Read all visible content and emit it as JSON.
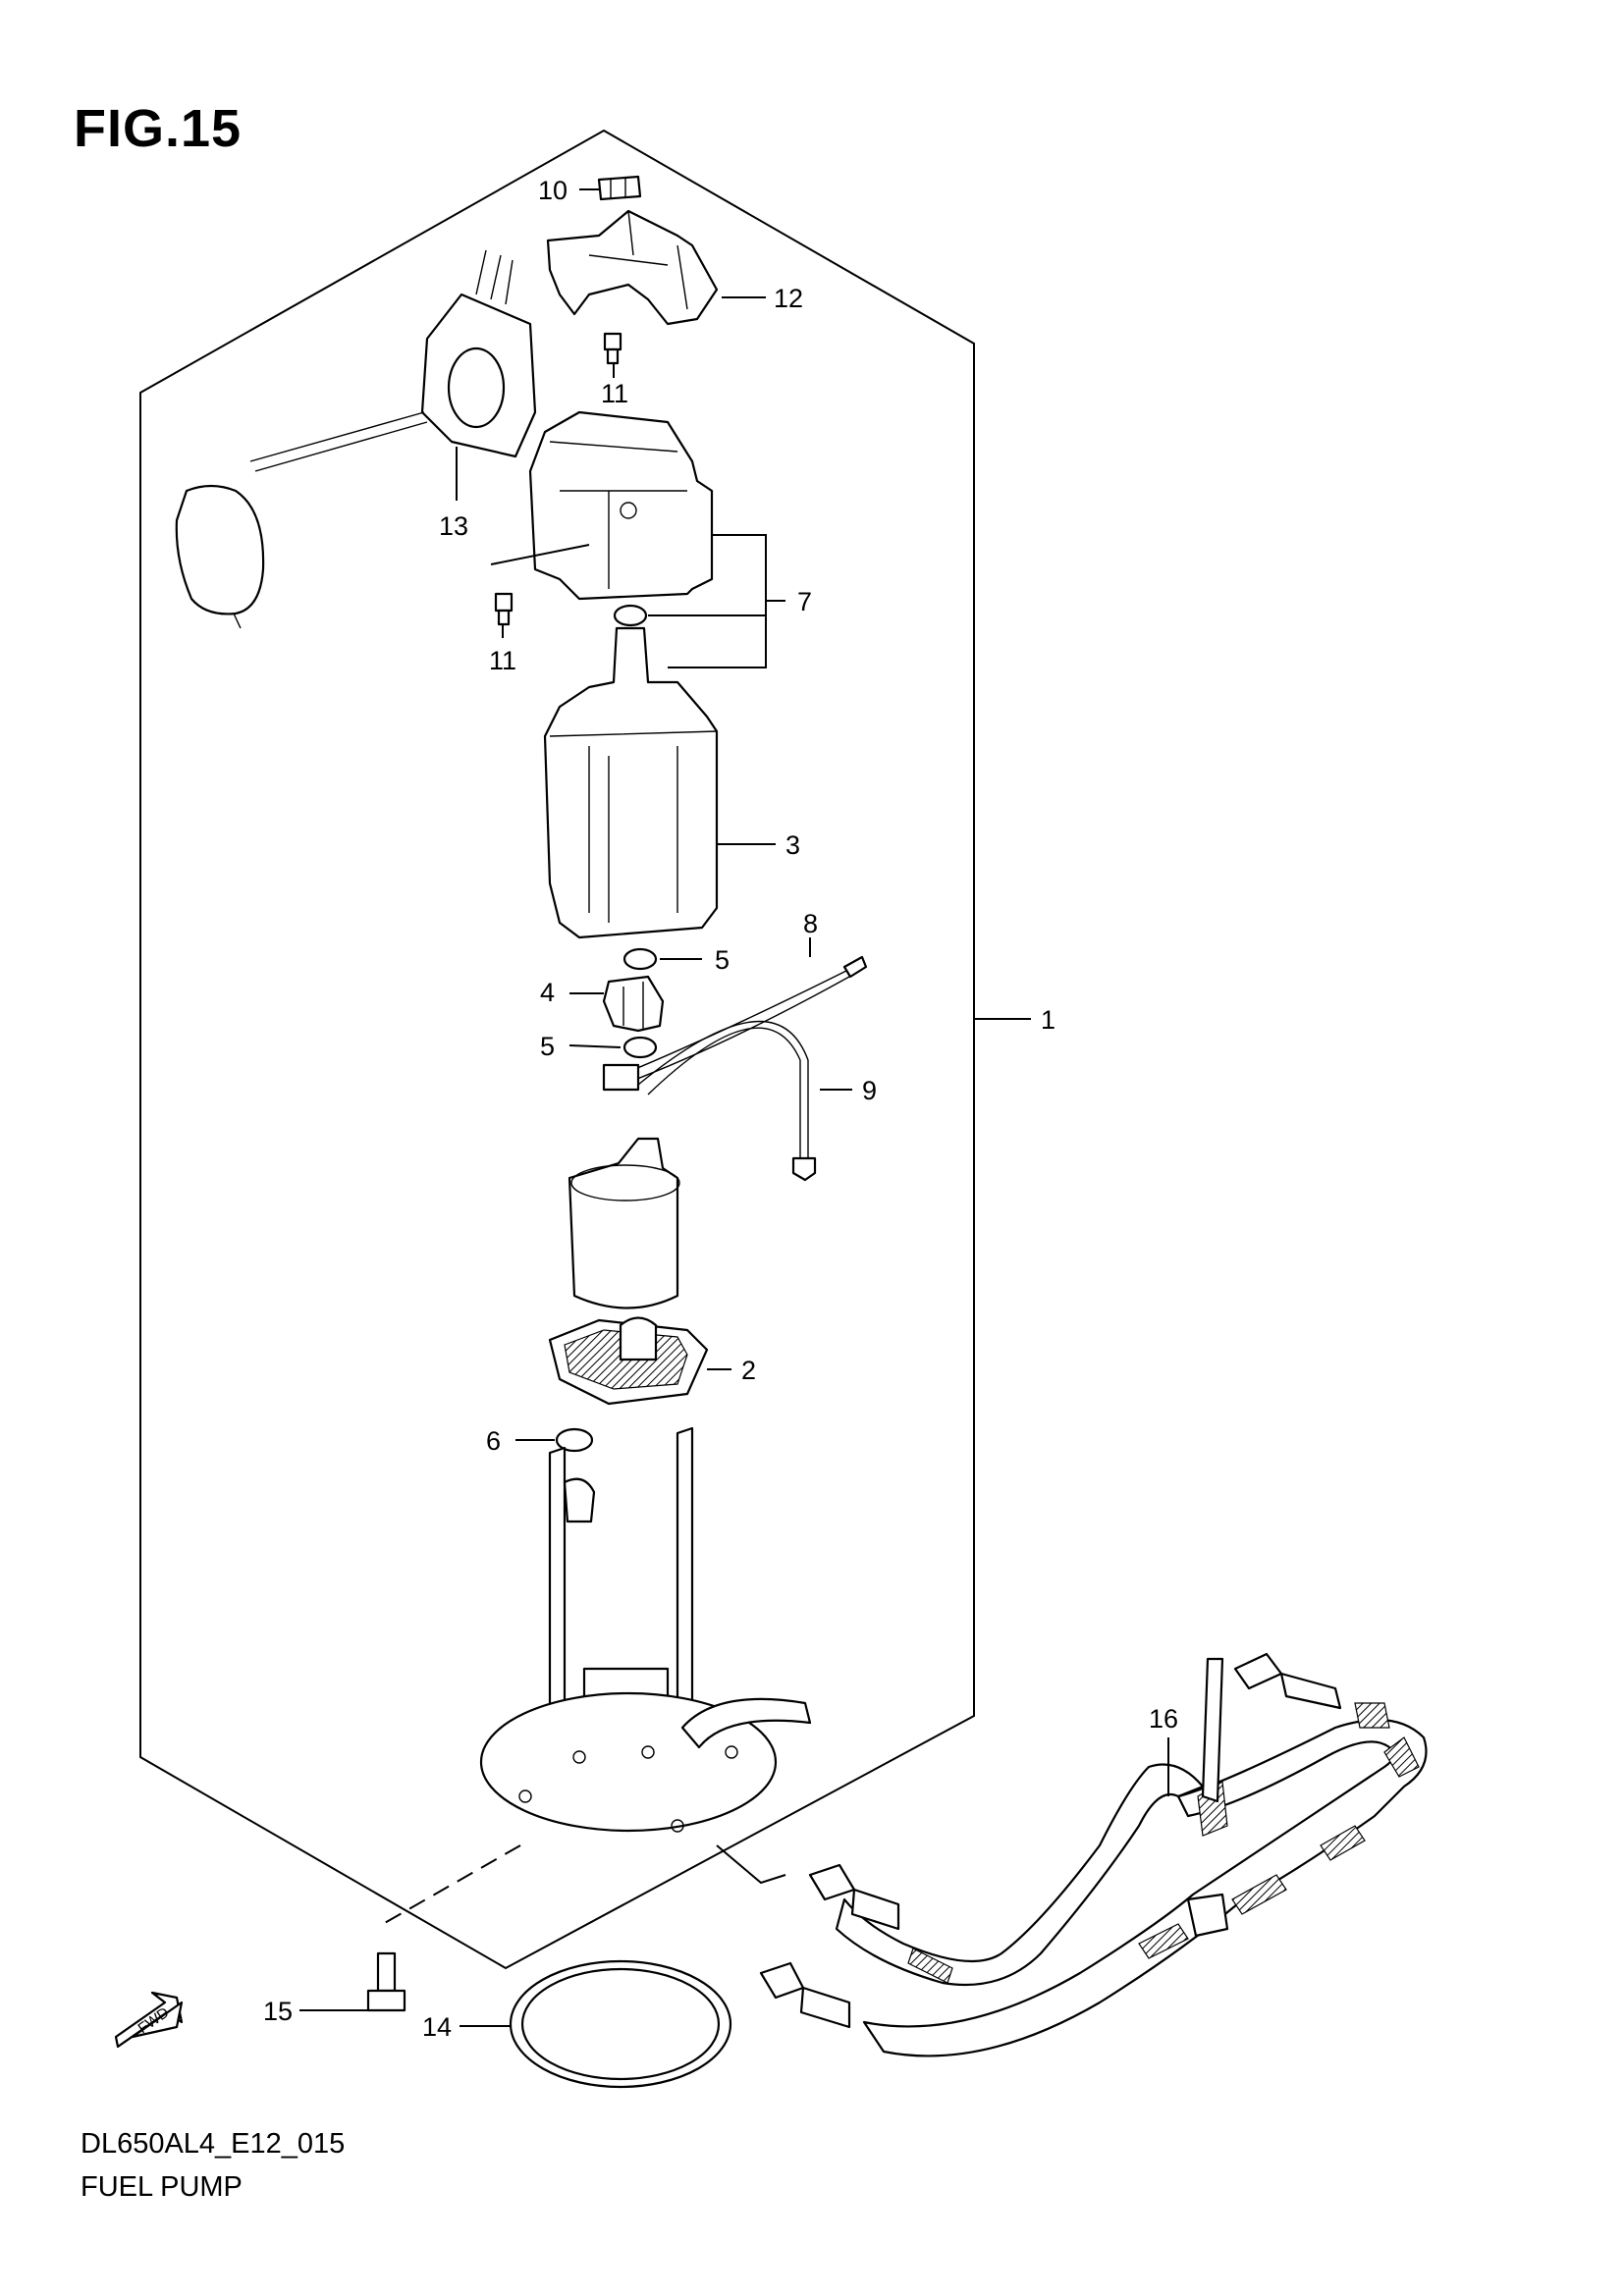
{
  "figure": {
    "title": "FIG.15",
    "code": "DL650AL4_E12_015",
    "name": "FUEL PUMP"
  },
  "parts": [
    {
      "number": "1"
    },
    {
      "number": "2"
    },
    {
      "number": "3"
    },
    {
      "number": "4"
    },
    {
      "number": "5"
    },
    {
      "number": "5"
    },
    {
      "number": "6"
    },
    {
      "number": "7"
    },
    {
      "number": "8"
    },
    {
      "number": "9"
    },
    {
      "number": "10"
    },
    {
      "number": "11"
    },
    {
      "number": "11"
    },
    {
      "number": "12"
    },
    {
      "number": "13"
    },
    {
      "number": "14"
    },
    {
      "number": "15"
    },
    {
      "number": "16"
    }
  ],
  "icons": {
    "direction_arrow": "fwd-arrow-icon",
    "direction_label": "FWD"
  }
}
